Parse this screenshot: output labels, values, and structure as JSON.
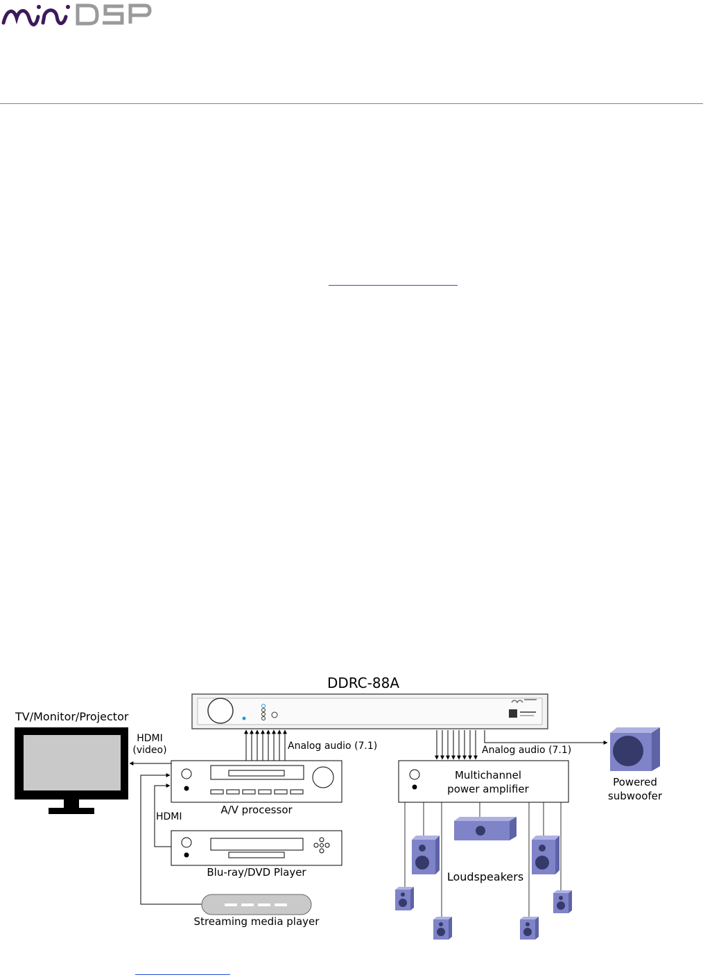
{
  "header": {
    "logo_text_left": "mini",
    "logo_text_right": "DSP"
  },
  "diagram": {
    "dsp_title": "DDRC-88A",
    "tv_label": "TV/Monitor/Projector",
    "hdmi_video_line1": "HDMI",
    "hdmi_video_line2": "(video)",
    "analog_in_label": "Analog audio (7.1)",
    "analog_out_label": "Analog audio (7.1)",
    "av_processor_label": "A/V processor",
    "hdmi_label": "HDMI",
    "bluray_label": "Blu-ray/DVD Player",
    "streaming_label": "Streaming media player",
    "amp_line1": "Multichannel",
    "amp_line2": "power amplifier",
    "sub_line1": "Powered",
    "sub_line2": "subwoofer",
    "speakers_label": "Loudspeakers"
  },
  "colors": {
    "logo_purple": "#3d1a5b",
    "logo_gray": "#9a9a9a",
    "speaker_body": "#7f83c8",
    "speaker_top": "#aeb2e2",
    "speaker_cone": "#353a6a",
    "link_blue": "#1f4fd8"
  }
}
